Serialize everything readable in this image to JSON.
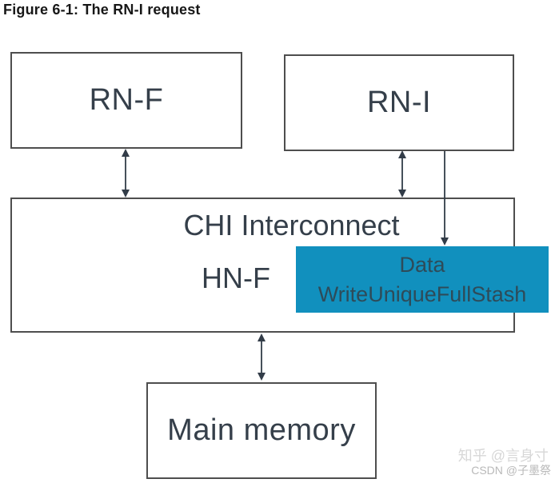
{
  "figure": {
    "title": "Figure 6-1: The RN-I request"
  },
  "diagram": {
    "nodes": {
      "rn_f": {
        "label": "RN-F"
      },
      "rn_i": {
        "label": "RN-I"
      },
      "interconnect": {
        "title": "CHI Interconnect",
        "home_node_label": "HN-F"
      },
      "stash_message": {
        "line1": "Data",
        "line2": "WriteUniqueFullStash"
      },
      "main_memory": {
        "label": "Main memory"
      }
    },
    "connections": [
      {
        "from": "RN-F",
        "to": "CHI Interconnect",
        "style": "double-arrow"
      },
      {
        "from": "RN-I",
        "to": "CHI Interconnect",
        "style": "double-arrow"
      },
      {
        "from": "RN-I",
        "to": "Data WriteUniqueFullStash",
        "style": "single-arrow"
      },
      {
        "from": "CHI Interconnect",
        "to": "Main memory",
        "style": "double-arrow"
      }
    ]
  },
  "colors": {
    "box_border": "#4e4e4e",
    "box_text": "#353f4a",
    "title_text": "#171717",
    "arrow": "#323c48",
    "stash_fill": "#1190be",
    "stash_text": "#2e4b59",
    "watermark_light": "#d7d7d7",
    "watermark_mid": "#b9b9b9"
  },
  "watermarks": {
    "zhihu": "知乎 @言身寸",
    "csdn": "CSDN @子墨祭"
  }
}
